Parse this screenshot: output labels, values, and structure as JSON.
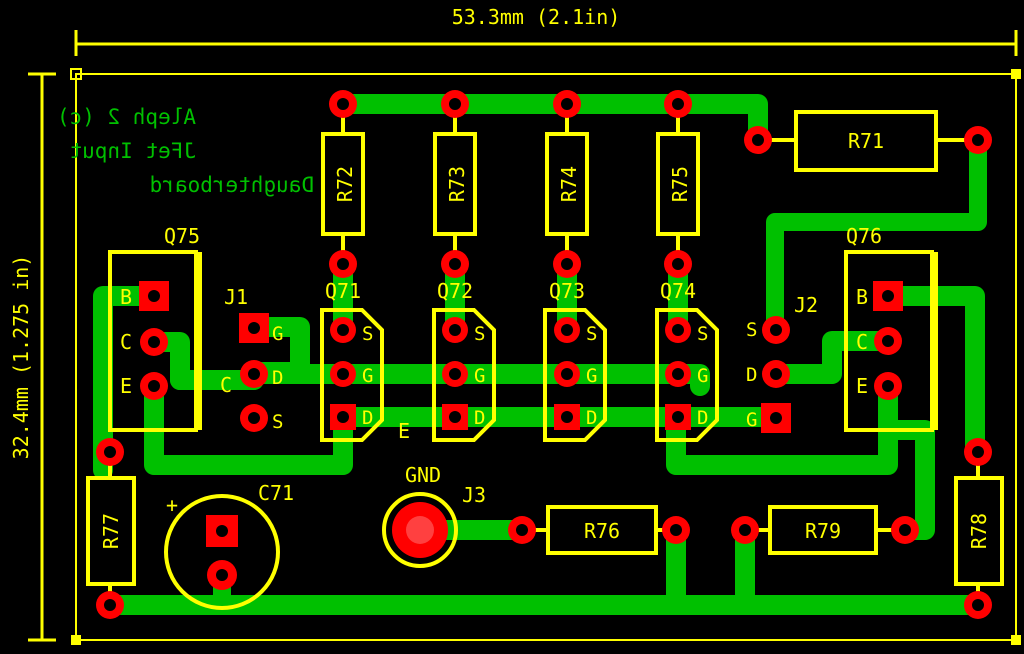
{
  "dimensions": {
    "width_label": "53.3mm (2.1in)",
    "height_label": "32.4mm (1.275 in)"
  },
  "title_block": {
    "line1": "Aleph 2 (c)",
    "line2": "JFet Input",
    "line3": "Daughterboard"
  },
  "components": {
    "R71": "R71",
    "R72": "R72",
    "R73": "R73",
    "R74": "R74",
    "R75": "R75",
    "R76": "R76",
    "R77": "R77",
    "R78": "R78",
    "R79": "R79",
    "Q71": "Q71",
    "Q72": "Q72",
    "Q73": "Q73",
    "Q74": "Q74",
    "Q75": "Q75",
    "Q76": "Q76",
    "J1": "J1",
    "J2": "J2",
    "J3": "J3",
    "C71": "C71",
    "C71_plus": "+",
    "GND": "GND"
  },
  "pin_labels": {
    "B": "B",
    "C": "C",
    "E": "E",
    "S": "S",
    "G": "G",
    "D": "D"
  },
  "colors": {
    "background": "#000000",
    "copper": "#00c000",
    "silkscreen": "#ffff00",
    "pad": "#ff0000"
  }
}
